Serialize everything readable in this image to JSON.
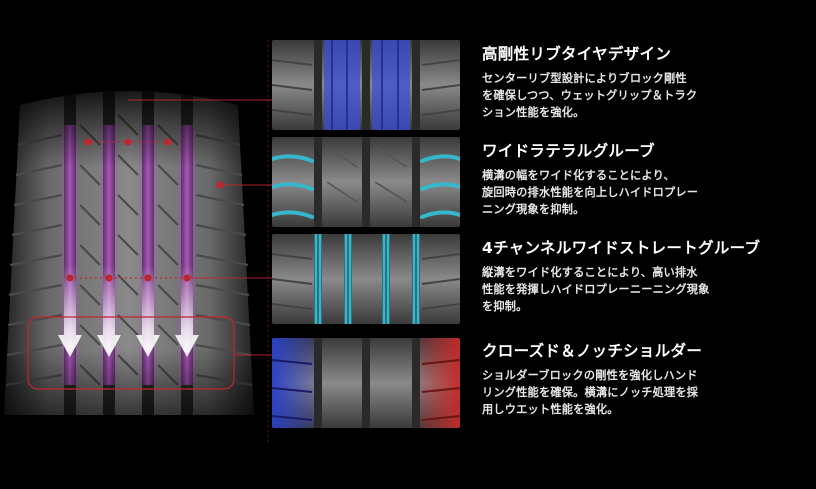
{
  "features": [
    {
      "title": "高剛性リブタイヤデザイン",
      "lines": [
        "センターリブ型設計によりブロック剛性",
        "を確保しつつ、ウェットグリップ＆トラク",
        "ション性能を強化。"
      ]
    },
    {
      "title": "ワイドラテラルグルーブ",
      "lines": [
        "横溝の幅をワイド化することにより、",
        "旋回時の排水性能を向上しハイドロプレー",
        "ニング現象を抑制。"
      ]
    },
    {
      "title": "4チャンネルワイドストレートグルーブ",
      "lines": [
        "縦溝をワイド化することにより、高い排水",
        "性能を発揮しハイドロプレーニーニング現象",
        "を抑制。"
      ]
    },
    {
      "title": "クローズド＆ノッチショルダー",
      "lines": [
        "ショルダーブロックの剛性を強化しハンド",
        "リング性能を確保。横溝にノッチ処理を採",
        "用しウエット性能を強化。"
      ]
    }
  ],
  "colors": {
    "background": "#000000",
    "marker": "#c0262f",
    "rib_highlight": "#3a4fd8",
    "lateral_highlight": "#36b7cc",
    "shoulder_blue": "#2a3fc9",
    "shoulder_red": "#c62828"
  }
}
